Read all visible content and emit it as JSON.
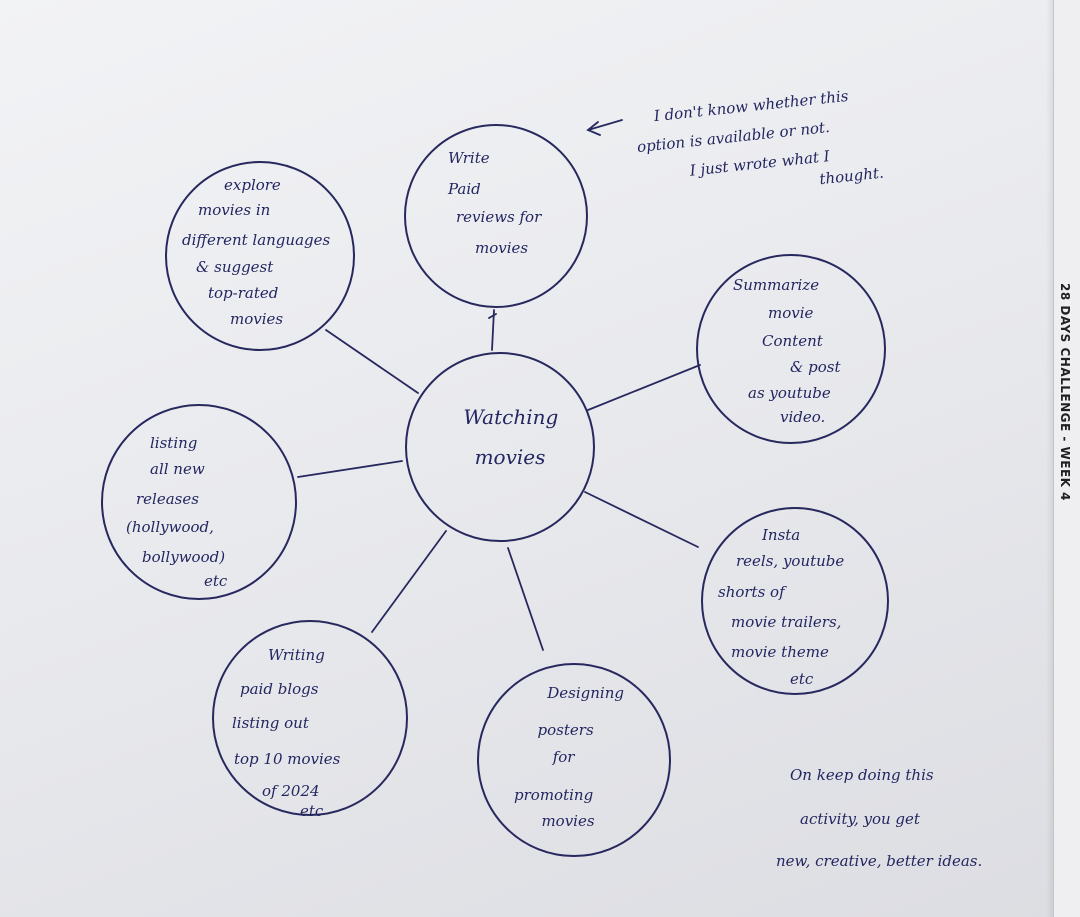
{
  "sidebar_label": "28 DAYS CHALLENGE - WEEK 4",
  "center_node": {
    "lines": [
      "Watching",
      "movies"
    ]
  },
  "nodes": [
    {
      "id": "paid-reviews",
      "lines": [
        "Write",
        "Paid",
        "reviews for",
        "movies"
      ]
    },
    {
      "id": "summarize-content",
      "lines": [
        "Summarize",
        "movie",
        "Content",
        "& post",
        "as youtube",
        "video."
      ]
    },
    {
      "id": "insta-reels",
      "lines": [
        "Insta",
        "reels, youtube",
        "shorts of",
        "movie trailers,",
        "movie theme",
        "etc"
      ]
    },
    {
      "id": "designing-posters",
      "lines": [
        "Designing",
        "posters",
        "for",
        "promoting",
        "movies"
      ]
    },
    {
      "id": "writing-blogs",
      "lines": [
        "Writing",
        "paid blogs",
        "listing out",
        "top 10 movies",
        "of 2024",
        "etc"
      ]
    },
    {
      "id": "listing-releases",
      "lines": [
        "listing",
        "all new",
        "releases",
        "(hollywood,",
        "bollywood)",
        "etc"
      ]
    },
    {
      "id": "explore-languages",
      "lines": [
        "explore",
        "movies in",
        "different languages",
        "& suggest",
        "top-rated",
        "movies"
      ]
    }
  ],
  "top_note": {
    "lines": [
      "I don't know whether this",
      "option is available or not.",
      "I just wrote what I",
      "thought."
    ]
  },
  "bottom_note": {
    "lines": [
      "On keep doing this",
      "activity, you get",
      "new, creative, better ideas."
    ]
  },
  "colors": {
    "ink": "#27285e",
    "paper": "#eceef1"
  }
}
